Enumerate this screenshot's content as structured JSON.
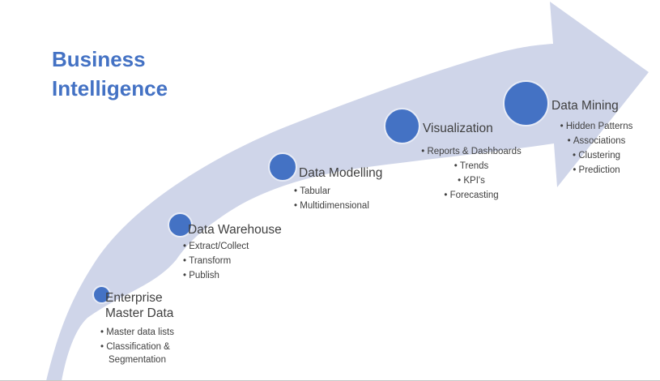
{
  "title": "Business Intelligence",
  "colors": {
    "accent": "#4472c4",
    "arrow_fill": "#cfd5e9",
    "circle_fill": "#4472c4",
    "circle_ring": "#e7ebf6",
    "text": "#3f3f3f"
  },
  "milestones": [
    {
      "title": "Enterprise Master Data",
      "bullets": [
        "Master data lists",
        "Classification & Segmentation"
      ]
    },
    {
      "title": "Data Warehouse",
      "bullets": [
        "Extract/Collect",
        "Transform",
        "Publish"
      ]
    },
    {
      "title": "Data Modelling",
      "bullets": [
        "Tabular",
        "Multidimensional"
      ]
    },
    {
      "title": "Visualization",
      "bullets": [
        "Reports & Dashboards",
        "Trends",
        "KPI's",
        "Forecasting"
      ]
    },
    {
      "title": "Data Mining",
      "bullets": [
        "Hidden Patterns",
        "Associations",
        "Clustering",
        "Prediction"
      ]
    }
  ]
}
